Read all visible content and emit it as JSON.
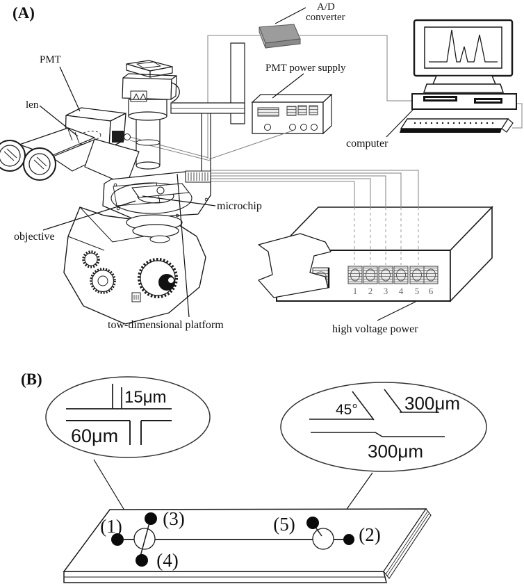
{
  "figure": {
    "panel_a": {
      "label": "(A)",
      "labels": {
        "pmt": "PMT",
        "len": "len",
        "objective": "objective",
        "microchip": "microchip",
        "platform": "tow-dimensional platform",
        "ad_line1": "A/D",
        "ad_line2": "converter",
        "pmt_power_supply": "PMT power supply",
        "computer": "computer",
        "high_voltage": "high voltage power"
      },
      "hv_channels": [
        "1",
        "2",
        "3",
        "4",
        "5",
        "6"
      ]
    },
    "panel_b": {
      "label": "(B)",
      "cross_detail": {
        "channel_width_top": "15μm",
        "channel_width_bottom": "60μm"
      },
      "junction_detail": {
        "angle": "45°",
        "length_top": "300μm",
        "length_bottom": "300μm"
      },
      "reservoirs": [
        "(1)",
        "(2)",
        "(3)",
        "(4)",
        "(5)"
      ]
    },
    "colors": {
      "line": "#1a1a1a",
      "wire": "#828282",
      "ad_board_top": "#9c9c9c",
      "ad_board_side": "#8a8a8a"
    }
  }
}
